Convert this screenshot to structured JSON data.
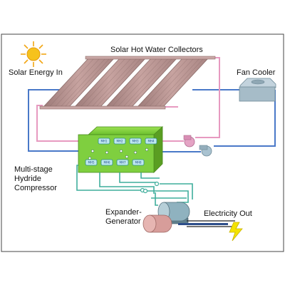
{
  "labels": {
    "solar_energy_in": "Solar Energy In",
    "solar_collectors": "Solar Hot Water Collectors",
    "fan_cooler": "Fan Cooler",
    "hydride_compressor": "Multi-stage\nHydride\nCompressor",
    "expander_generator": "Expander-\nGenerator",
    "electricity_out": "Electricity Out"
  },
  "compressor_module_tags": [
    "MH1",
    "MH2",
    "MH3",
    "MH4",
    "MH5",
    "MH6",
    "MH7",
    "MH8"
  ],
  "colors": {
    "hot_loop": "#e79ac0",
    "cool_loop": "#4a79c8",
    "hydrogen_lines": "#3fae9c",
    "compressor": "#7fcf3f",
    "collector": "#b08a88",
    "sun": "#f6c21c",
    "bolt": "#f3e300",
    "frame": "#444444"
  }
}
